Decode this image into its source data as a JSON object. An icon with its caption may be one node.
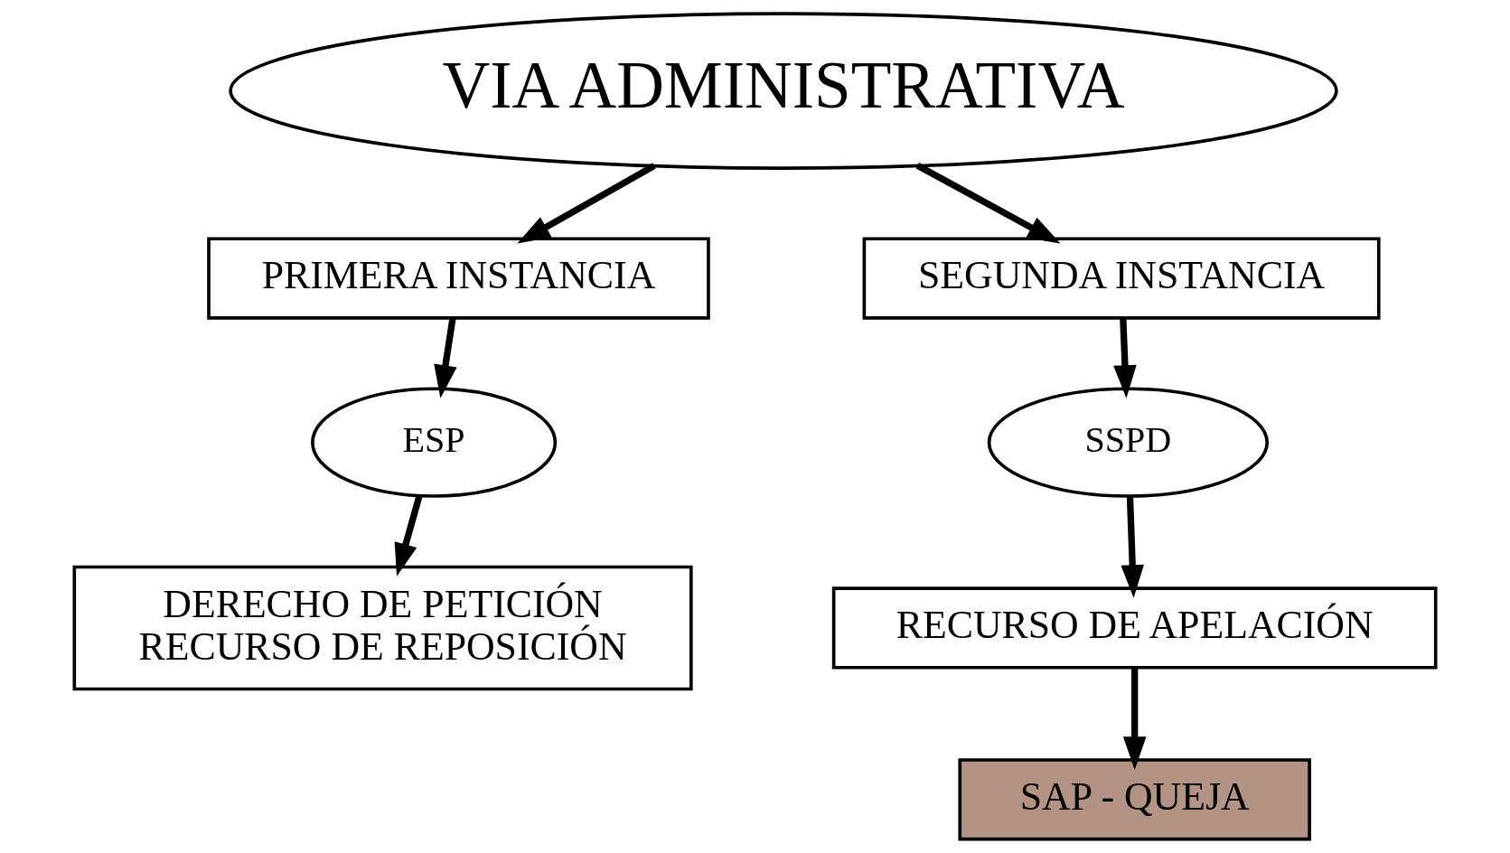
{
  "diagram": {
    "nodes": [
      {
        "text": [
          "VIA ADMINISTRATIVA"
        ]
      },
      {
        "text": [
          "PRIMERA INSTANCIA"
        ]
      },
      {
        "text": [
          "SEGUNDA INSTANCIA"
        ]
      },
      {
        "text": [
          "ESP"
        ]
      },
      {
        "text": [
          "SSPD"
        ]
      },
      {
        "text": [
          "DERECHO DE PETICIÓN",
          "RECURSO DE REPOSICIÓN"
        ]
      },
      {
        "text": [
          "RECURSO DE APELACIÓN"
        ]
      },
      {
        "text": [
          "SAP - QUEJA"
        ]
      }
    ],
    "edges": [
      {
        "from": 0,
        "to": 1,
        "arrow": "to"
      },
      {
        "from": 0,
        "to": 2,
        "arrow": "to"
      },
      {
        "from": 1,
        "to": 3,
        "arrow": "to"
      },
      {
        "from": 3,
        "to": 5,
        "arrow": "to"
      },
      {
        "from": 2,
        "to": 4,
        "arrow": "to"
      },
      {
        "from": 4,
        "to": 6,
        "arrow": "to"
      },
      {
        "from": 6,
        "to": 7,
        "arrow": "to"
      }
    ]
  }
}
